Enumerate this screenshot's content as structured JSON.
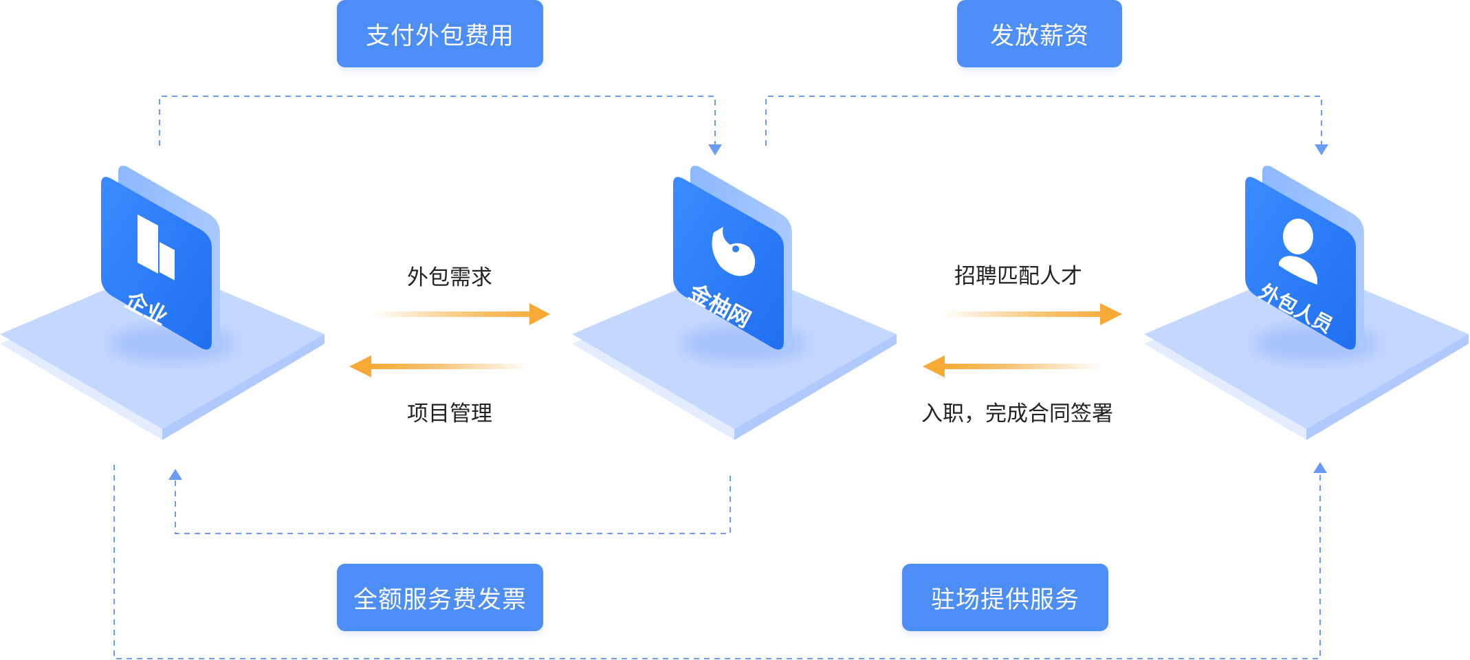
{
  "nodes": {
    "enterprise": {
      "label": "企业",
      "icon": "building-icon"
    },
    "platform": {
      "label": "金柚网",
      "icon": "grapefruit-logo-icon"
    },
    "outsourced": {
      "label": "外包人员",
      "icon": "person-icon"
    }
  },
  "top_flows": {
    "pay_fee": "支付外包费用",
    "pay_salary": "发放薪资"
  },
  "middle_flows": {
    "outsourcing_demand": "外包需求",
    "project_management": "项目管理",
    "recruit_match": "招聘匹配人才",
    "onboard_contract": "入职，完成合同签署"
  },
  "bottom_flows": {
    "full_invoice": "全额服务费发票",
    "onsite_service": "驻场提供服务"
  },
  "colors": {
    "pill_blue": "#4d8df6",
    "node_blue": "#2e7cf6",
    "platform_light": "#c6d9ff",
    "dashed_line": "#6a9bf5",
    "arrow_orange": "#f6a935"
  }
}
